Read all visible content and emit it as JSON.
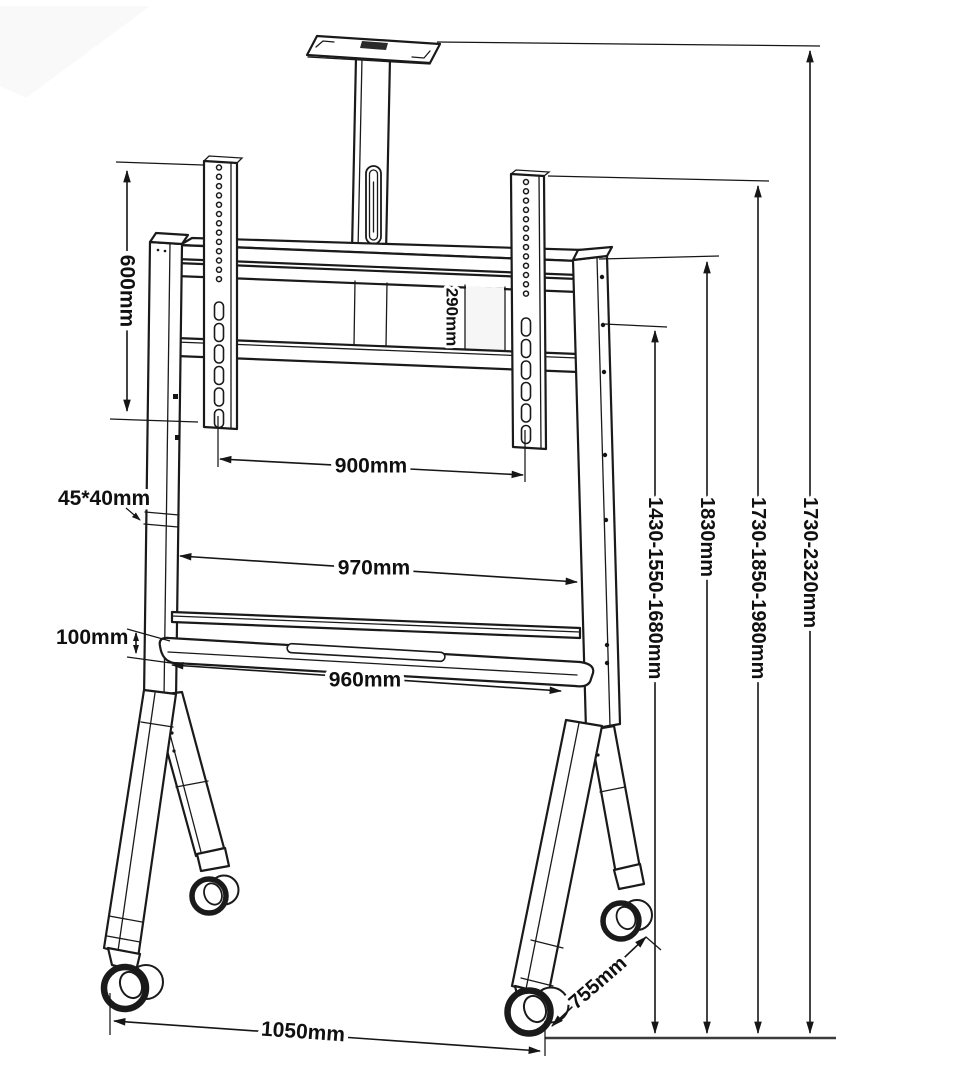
{
  "diagram": {
    "kind": "technical-dimension-drawing",
    "subject": "Mobile TV floor stand trolley with camera shelf, VESA brackets, storage tray and four locking casters",
    "ink_color": "#1a1a1a",
    "background_color": "#ffffff",
    "dimensions": {
      "vesa_height": "600mm",
      "bracket_gap": "290mm",
      "vesa_width": "900mm",
      "post_profile": "45*40mm",
      "inner_width": "970mm",
      "shelf_drop": "100mm",
      "shelf_width": "960mm",
      "tv_center_height": "1430-1550-1680mm",
      "post_height": "1830mm",
      "bracket_top_height": "1730-1850-1980mm",
      "overall_height": "1730-2320mm",
      "base_depth": "755mm",
      "base_width": "1050mm"
    }
  }
}
